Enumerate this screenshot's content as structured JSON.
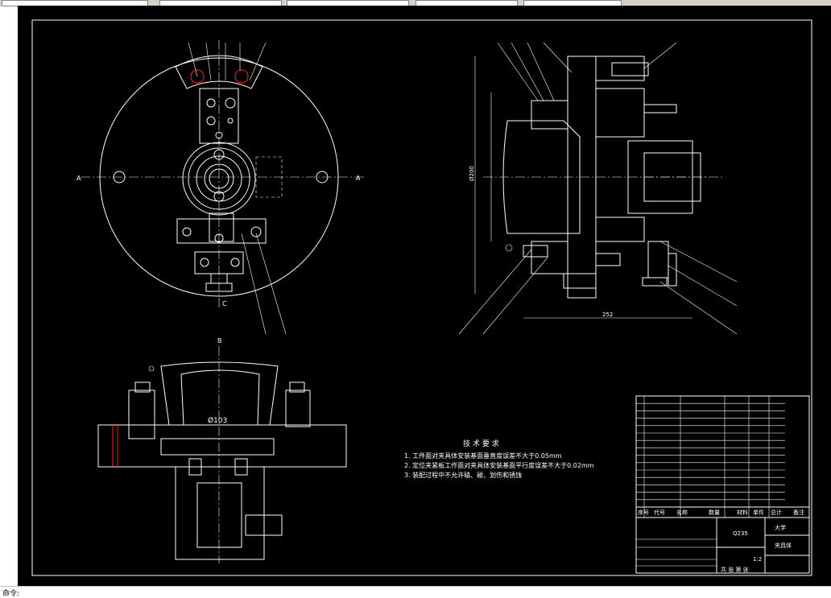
{
  "statusbar": {
    "text": "命令:"
  },
  "drawing": {
    "tech_requirements": {
      "title": "技 术 要 求",
      "items": [
        "1. 工件面对夹具体安装基面垂直度误差不大于0.05mm",
        "2. 定位夹紧板工作面对夹具体安装基面平行度误差不大于0.02mm",
        "3. 装配过程中不允许磕、碰、划伤和锈蚀"
      ]
    },
    "dimensions": {
      "phi103": "Ø103",
      "dim_252": "252",
      "phi200": "Ø200"
    },
    "section_labels": {
      "A": "A",
      "B": "B",
      "C": "C"
    },
    "title_block": {
      "material": "Q235",
      "school": "大学",
      "drawing_name": "夹具体",
      "header_cols": [
        "序号",
        "代号",
        "名称",
        "数量",
        "材料",
        "单件",
        "总计",
        "备注"
      ],
      "scale": "1:2",
      "sheet": "共 张 第 张"
    }
  }
}
